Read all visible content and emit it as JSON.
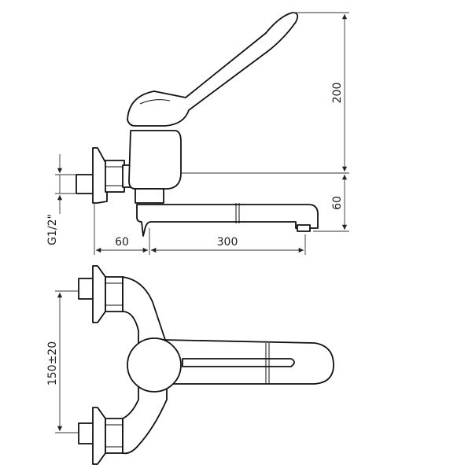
{
  "labels": {
    "height_handle": "200",
    "height_spout": "60",
    "length_body": "60",
    "length_spout": "300",
    "thread": "G1/2\"",
    "spacing": "150±20"
  }
}
